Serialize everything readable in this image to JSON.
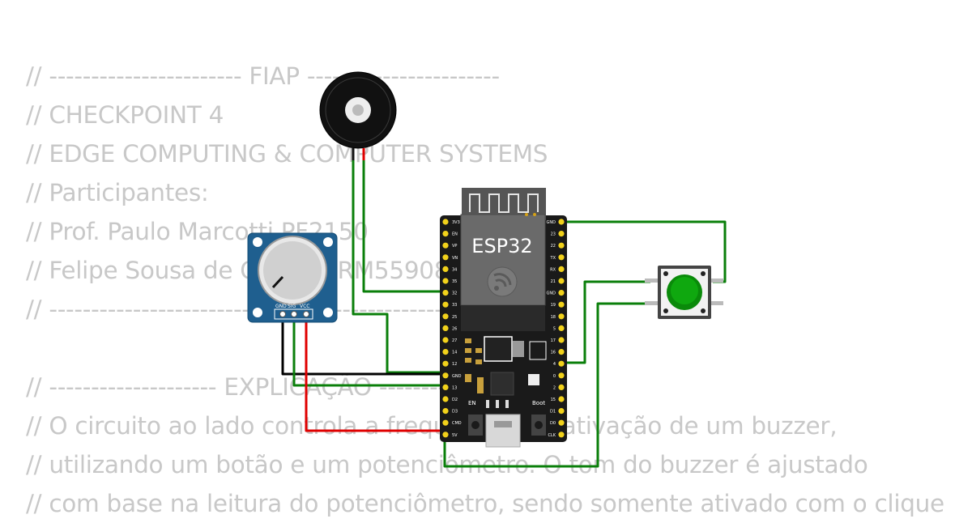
{
  "comments": [
    "// ----------------------- FIAP -----------------------",
    "// CHECKPOINT 4",
    "// EDGE COMPUTING & COMPUTER SYSTEMS",
    "// Participantes:",
    "// Prof. Paulo Marcotti PF2150",
    "// Felipe Sousa de Oliveira RM559085",
    "// ------------------------------------------------------",
    "",
    "// -------------------- EXPLICAÇÃO --------------------",
    "// O circuito ao lado controla a frequência e a ativação de um buzzer,",
    "// utilizando um botão e um potenciômetro. O tom do buzzer é ajustado",
    "// com base na leitura do potenciômetro, sendo somente ativado com o clique"
  ],
  "esp32": {
    "label": "ESP32",
    "left_pins": [
      "3V3",
      "EN",
      "VP",
      "VN",
      "34",
      "35",
      "32",
      "33",
      "25",
      "26",
      "27",
      "14",
      "12",
      "GND",
      "13",
      "D2",
      "D3",
      "CMD",
      "5V"
    ],
    "right_pins": [
      "GND",
      "23",
      "22",
      "TX",
      "RX",
      "21",
      "GND",
      "19",
      "18",
      "5",
      "17",
      "16",
      "4",
      "0",
      "2",
      "15",
      "D1",
      "D0",
      "CLK"
    ],
    "en_label": "EN",
    "boot_label": "Boot"
  },
  "potentiometer": {
    "pins": [
      "GND",
      "SIG",
      "VCC"
    ]
  },
  "colors": {
    "comment_text": "#c8c8c8",
    "board": "#1a1a1a",
    "pcb_blue": "#1f5f8f",
    "wire_green": "#0a7f0a",
    "wire_red": "#e00000",
    "wire_black": "#000000",
    "button_cap": "#0a8a0a"
  }
}
